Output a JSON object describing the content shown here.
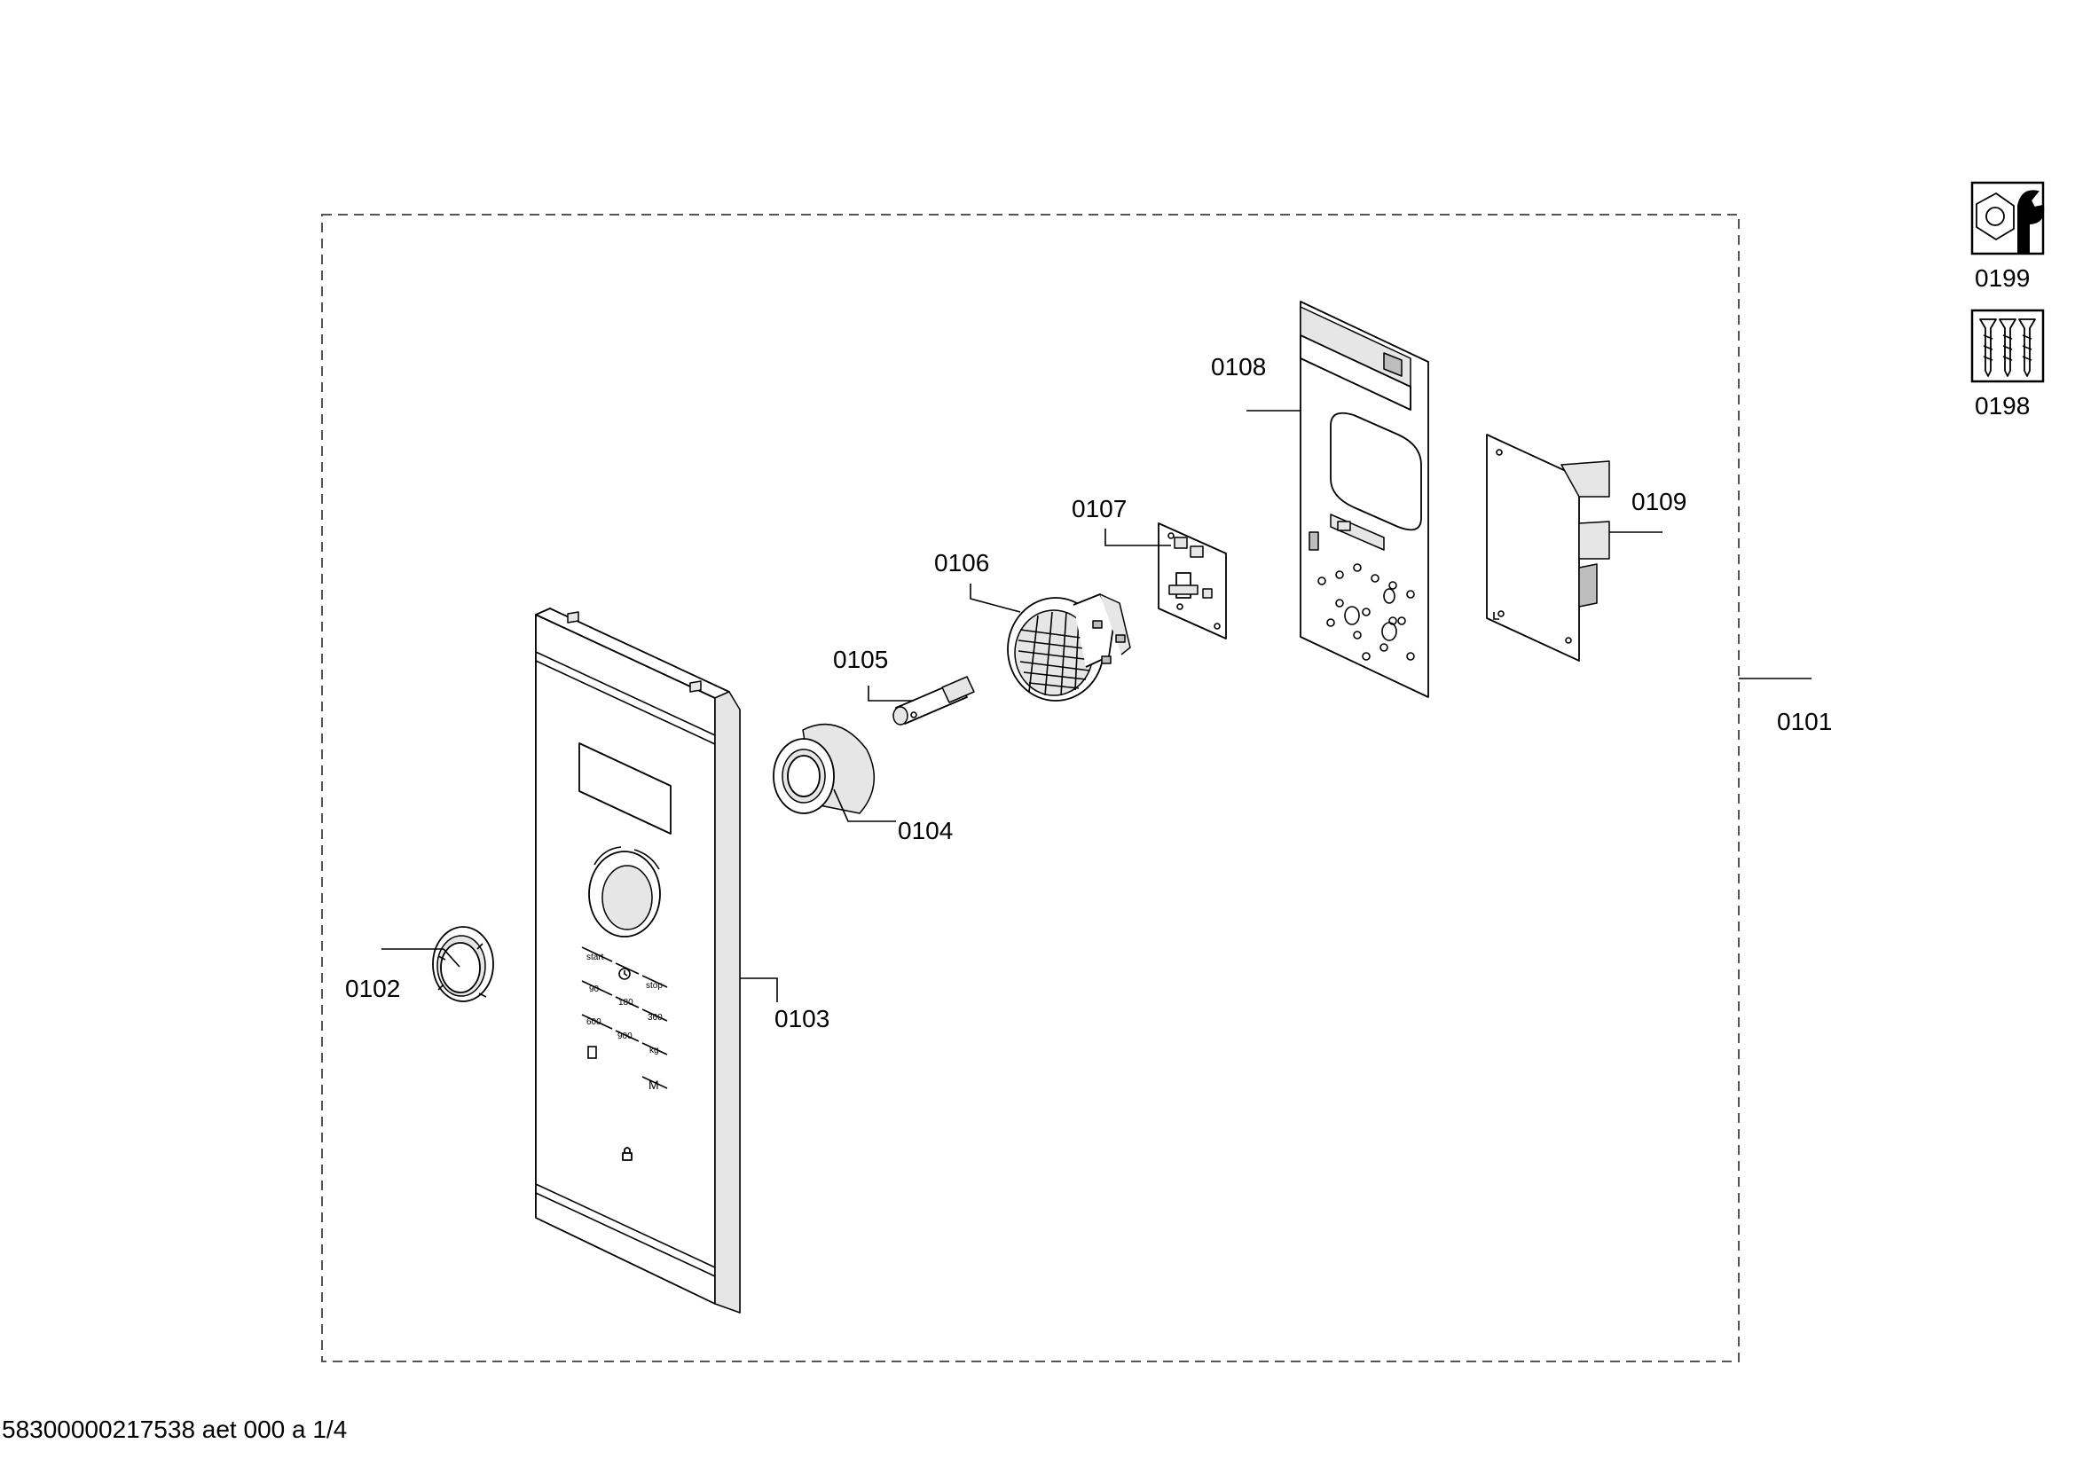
{
  "labels": {
    "p0101": "0101",
    "p0102": "0102",
    "p0103": "0103",
    "p0104": "0104",
    "p0105": "0105",
    "p0106": "0106",
    "p0107": "0107",
    "p0108": "0108",
    "p0109": "0109",
    "p0198": "0198",
    "p0199": "0199"
  },
  "panel_text": {
    "start": "start",
    "stop": "stop",
    "b90": "90",
    "b180": "180",
    "b360": "360",
    "b600": "600",
    "b900": "900",
    "kg": "kg",
    "m": "M"
  },
  "icons": {
    "i0199": "nut-and-wrench-icon",
    "i0198": "screws-icon"
  },
  "footer": "58300000217538 aet 000 a 1/4"
}
